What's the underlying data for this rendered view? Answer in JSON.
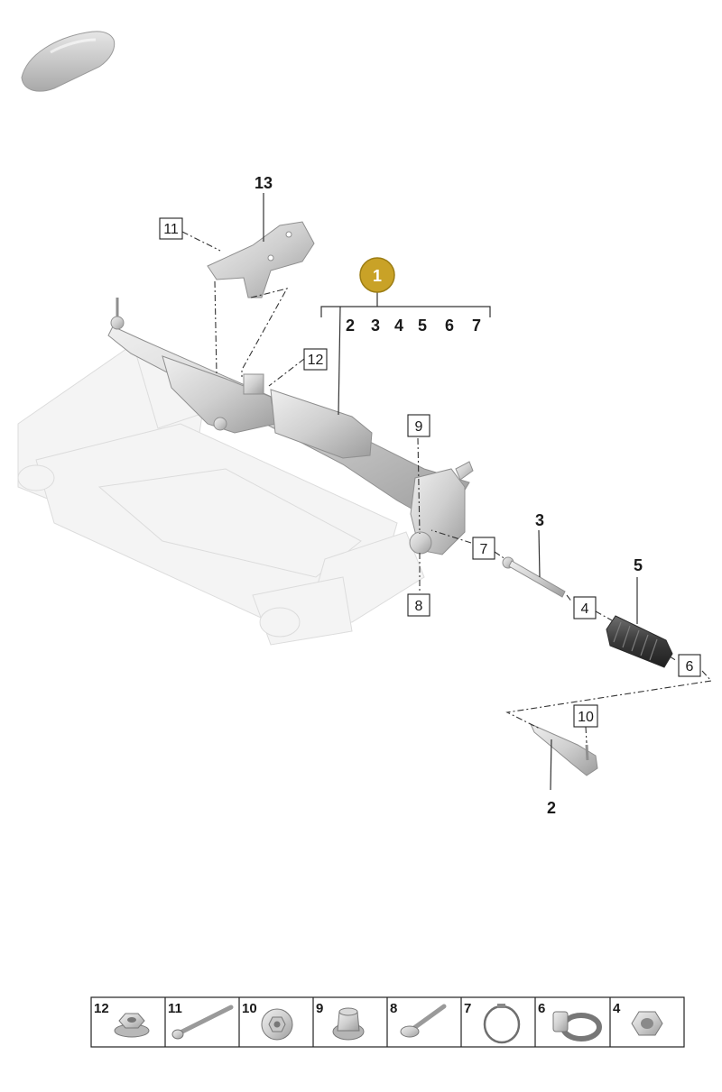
{
  "callouts": {
    "main_assembly": "1",
    "sub_parts": [
      "2",
      "3",
      "4",
      "5",
      "6",
      "7"
    ],
    "bracket": "13",
    "tie_rod_end": "2",
    "inner_tie_rod": "3",
    "boot": "5"
  },
  "boxed_callouts": [
    "11",
    "12",
    "9",
    "7",
    "8",
    "4",
    "6",
    "10"
  ],
  "colors": {
    "highlight": "#c9a227",
    "highlight_stroke": "#9c7d14",
    "part_fill": "#d4d4d4",
    "ghost_fill": "#f4f4f4"
  },
  "icons": {
    "car": "car-silhouette-icon",
    "12": "flange-nut-icon",
    "11": "long-bolt-icon",
    "10": "washer-nut-icon",
    "9": "collar-nut-icon",
    "8": "flange-bolt-icon",
    "7": "ring-clamp-icon",
    "6": "hose-clamp-icon",
    "4": "hex-nut-icon"
  },
  "legend": [
    {
      "num": "12",
      "icon": "flange-nut-icon"
    },
    {
      "num": "11",
      "icon": "long-bolt-icon"
    },
    {
      "num": "10",
      "icon": "washer-nut-icon"
    },
    {
      "num": "9",
      "icon": "collar-nut-icon"
    },
    {
      "num": "8",
      "icon": "flange-bolt-icon"
    },
    {
      "num": "7",
      "icon": "ring-clamp-icon"
    },
    {
      "num": "6",
      "icon": "hose-clamp-icon"
    },
    {
      "num": "4",
      "icon": "hex-nut-icon"
    }
  ]
}
